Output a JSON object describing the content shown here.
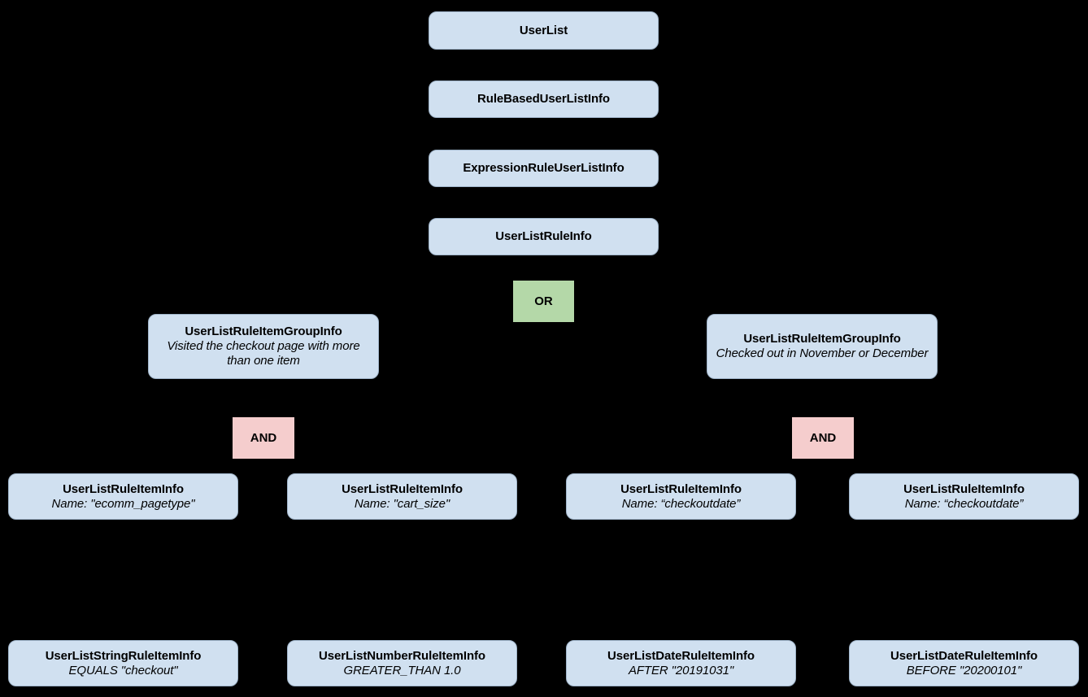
{
  "diagram": {
    "background_color": "#000000",
    "class_node_fill": "#d0e0f0",
    "class_node_border": "#9fb4c9",
    "or_node_fill": "#b4d8a8",
    "and_node_fill": "#f5cdcd",
    "text_color": "#000000"
  },
  "nodes": {
    "user_list": {
      "title": "UserList",
      "sub": ""
    },
    "rule_based_user_list_info": {
      "title": "RuleBasedUserListInfo",
      "sub": ""
    },
    "expression_rule_user_list_info": {
      "title": "ExpressionRuleUserListInfo",
      "sub": ""
    },
    "user_list_rule_info": {
      "title": "UserListRuleInfo",
      "sub": ""
    },
    "or_operator": {
      "title": "OR"
    },
    "group_left": {
      "title": "UserListRuleItemGroupInfo",
      "sub": "Visited the checkout page with more than one item"
    },
    "group_right": {
      "title": "UserListRuleItemGroupInfo",
      "sub": "Checked out in November or December"
    },
    "and_operator_left": {
      "title": "AND"
    },
    "and_operator_right": {
      "title": "AND"
    },
    "item_pagetype": {
      "title": "UserListRuleItemInfo",
      "sub": "Name: \"ecomm_pagetype\""
    },
    "item_cart_size": {
      "title": "UserListRuleItemInfo",
      "sub": "Name: \"cart_size\""
    },
    "item_checkoutdate_after": {
      "title": "UserListRuleItemInfo",
      "sub": "Name: “checkoutdate”"
    },
    "item_checkoutdate_before": {
      "title": "UserListRuleItemInfo",
      "sub": "Name: “checkoutdate”"
    },
    "string_rule_item": {
      "title": "UserListStringRuleItemInfo",
      "sub": "EQUALS \"checkout\""
    },
    "number_rule_item": {
      "title": "UserListNumberRuleItemInfo",
      "sub": "GREATER_THAN 1.0"
    },
    "date_rule_item_after": {
      "title": "UserListDateRuleItemInfo",
      "sub": "AFTER \"20191031\""
    },
    "date_rule_item_before": {
      "title": "UserListDateRuleItemInfo",
      "sub": "BEFORE \"20200101\""
    }
  }
}
